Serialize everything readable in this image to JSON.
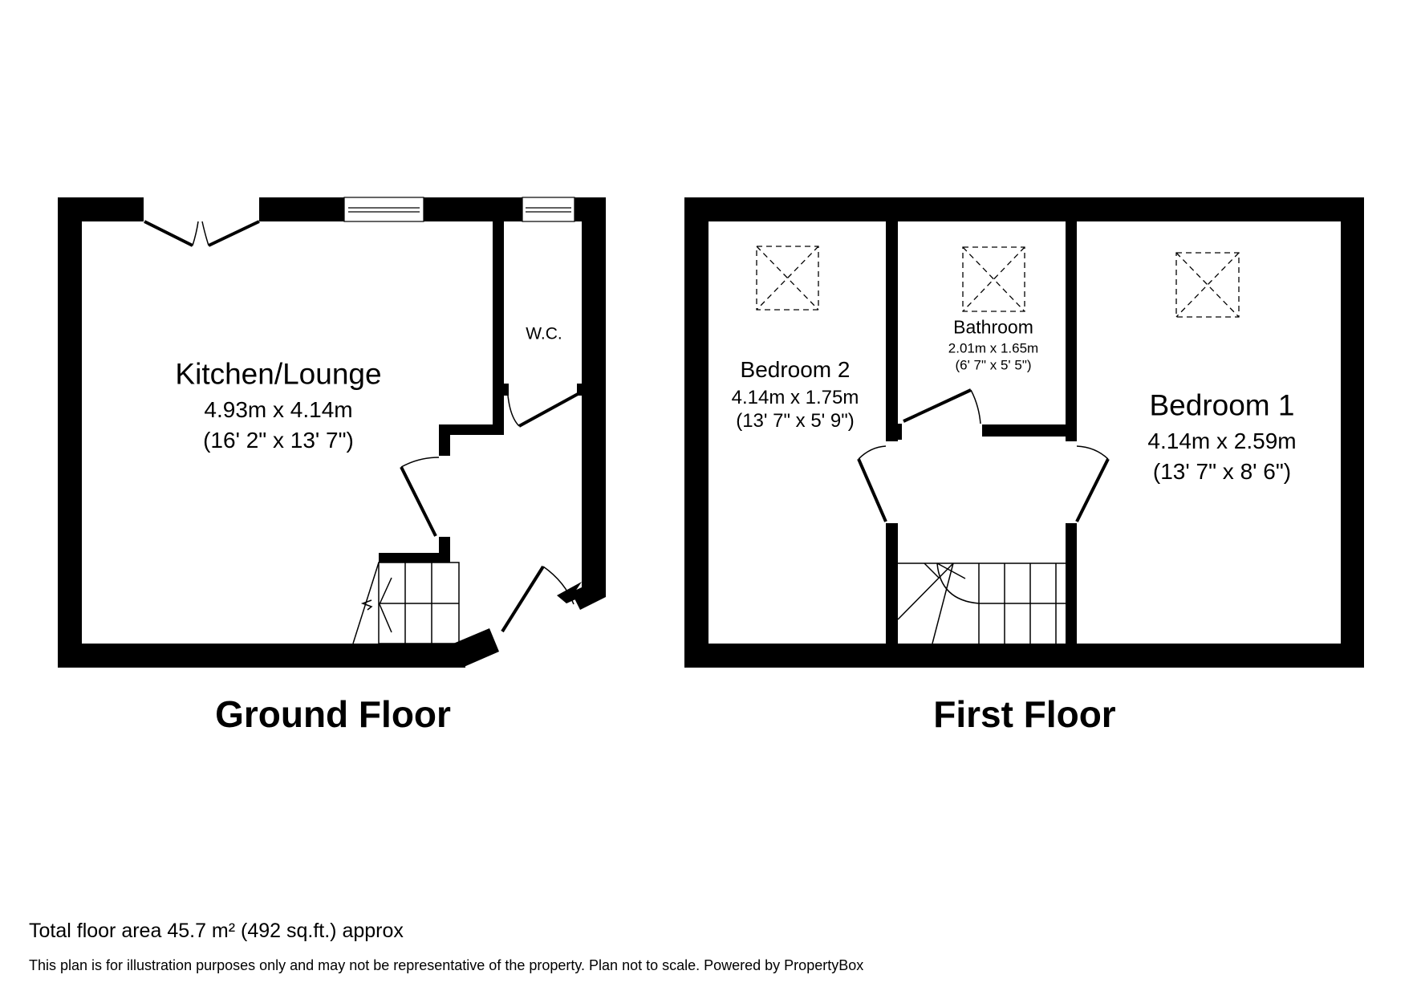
{
  "ground_floor": {
    "title": "Ground Floor",
    "rooms": [
      {
        "name": "Kitchen/Lounge",
        "dims_metric": "4.93m x 4.14m",
        "dims_imperial": "(16' 2\" x 13' 7\")"
      },
      {
        "name": "W.C."
      }
    ]
  },
  "first_floor": {
    "title": "First Floor",
    "rooms": [
      {
        "name": "Bedroom 2",
        "dims_metric": "4.14m x 1.75m",
        "dims_imperial": "(13' 7\" x 5' 9\")"
      },
      {
        "name": "Bathroom",
        "dims_metric": "2.01m x 1.65m",
        "dims_imperial": "(6' 7\" x 5' 5\")"
      },
      {
        "name": "Bedroom 1",
        "dims_metric": "4.14m x 2.59m",
        "dims_imperial": "(13' 7\" x 8' 6\")"
      }
    ]
  },
  "footer": {
    "total_area": "Total floor area 45.7 m² (492 sq.ft.) approx",
    "disclaimer": "This plan is for illustration purposes only and may not be representative of the property. Plan not to scale. Powered by PropertyBox"
  },
  "colors": {
    "wall": "#000000",
    "background": "#ffffff"
  }
}
